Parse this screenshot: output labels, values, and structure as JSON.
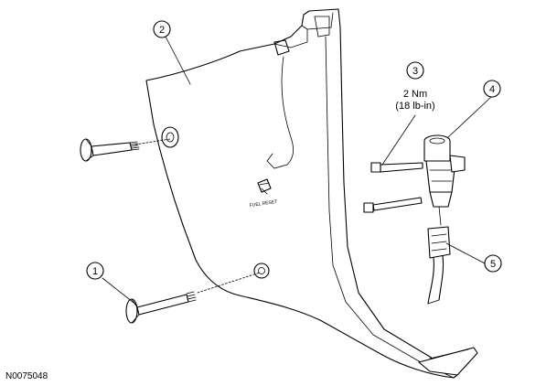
{
  "callouts": [
    {
      "number": "1"
    },
    {
      "number": "2"
    },
    {
      "number": "3"
    },
    {
      "number": "4"
    },
    {
      "number": "5"
    }
  ],
  "torque": {
    "line1": "2 Nm",
    "line2": "(18 lb-in)"
  },
  "figure_id": "N0075048",
  "panel_marking": "FUEL RESET"
}
